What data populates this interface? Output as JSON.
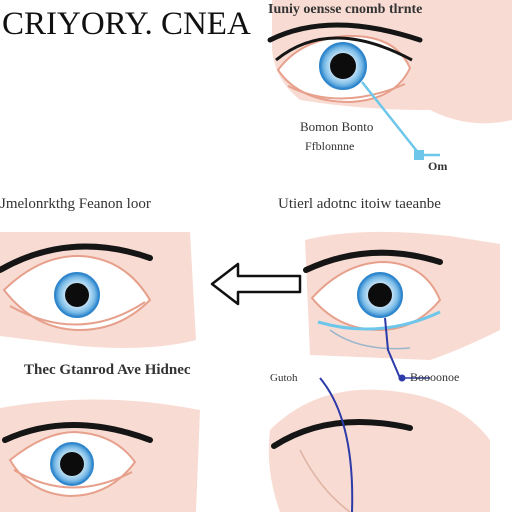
{
  "title": "CRIYORY. CNEA",
  "panels": {
    "top_right": {
      "header": "Iuniy oensse cnomb tlrnte",
      "label_line1": "Bomon Bonto",
      "label_line2": "Ffblonnne",
      "label_end": "Om"
    },
    "middle_left": {
      "caption": "Jmelonrkthg Feanon loor"
    },
    "middle_right": {
      "caption": "Utierl adotnc itoiw taeanbe"
    },
    "bottom_left": {
      "caption": "Thec Gtanrod Ave Hidnec"
    },
    "bottom_right": {
      "label_left": "Gutoh",
      "label_right": "Boooonoe"
    }
  },
  "colors": {
    "skin": "#f8dcd3",
    "skin_dark": "#f0c3b5",
    "iris_ring": "#3b92d6",
    "iris_light": "#a8d3f2",
    "pupil": "#0c0c0c",
    "brow": "#151515",
    "guide_line": "#6ec6ea",
    "blue_line": "#2d3ba8"
  },
  "icons": [
    "arrow-left-icon"
  ]
}
